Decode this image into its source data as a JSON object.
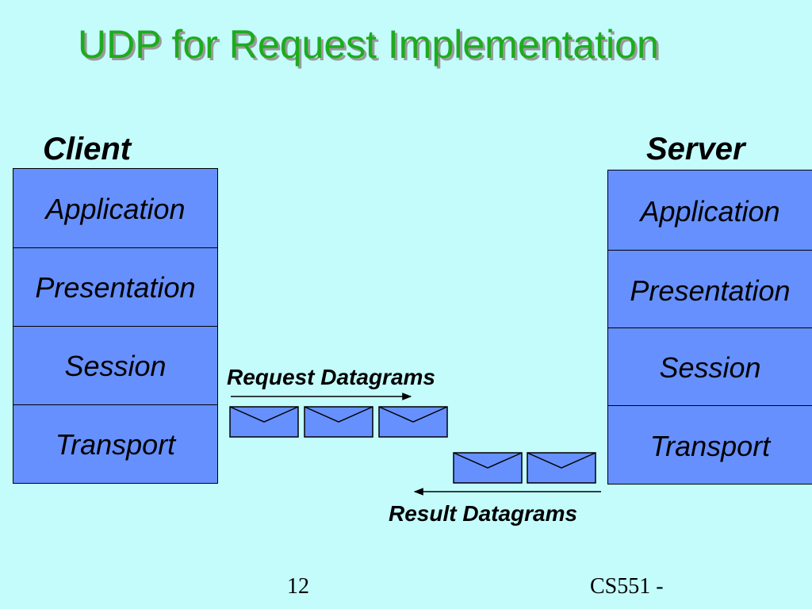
{
  "title": "UDP for Request Implementation",
  "client": {
    "label": "Client",
    "layers": [
      "Application",
      "Presentation",
      "Session",
      "Transport"
    ]
  },
  "server": {
    "label": "Server",
    "layers": [
      "Application",
      "Presentation",
      "Session",
      "Transport"
    ]
  },
  "request": {
    "label": "Request Datagrams",
    "datagram_count": 3
  },
  "result": {
    "label": "Result Datagrams",
    "datagram_count": 2
  },
  "footer": {
    "page_number": "12",
    "course": "CS551 -"
  },
  "colors": {
    "background": "#c4fcfc",
    "title": "#1eab1e",
    "layer_fill": "#6690fd"
  }
}
